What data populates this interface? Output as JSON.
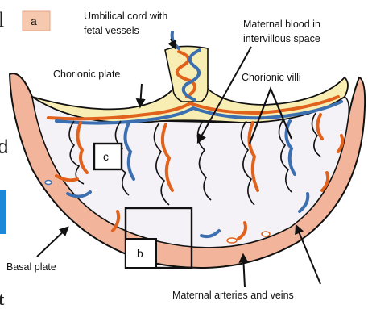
{
  "panel_label": "a",
  "labels": {
    "umbilical_cord": [
      "Umbilical cord with",
      "fetal vessels"
    ],
    "maternal_blood": [
      "Maternal blood in",
      "intervillous space"
    ],
    "chorionic_plate": "Chorionic plate",
    "chorionic_villi": "Chorionic villi",
    "basal_plate": "Basal plate",
    "maternal_vessels": "Maternal arteries and veins"
  },
  "inset_labels": {
    "c": "c",
    "b": "b"
  },
  "margin_fragments": {
    "top": "l",
    "middle": "d",
    "bottom": "t"
  },
  "colors": {
    "artery": "#e0621d",
    "vein": "#3b6fb0",
    "basal_plate": "#f2b59c",
    "chorionic_plate": "#f8eeb4",
    "label_box": "#f6c9ae"
  }
}
